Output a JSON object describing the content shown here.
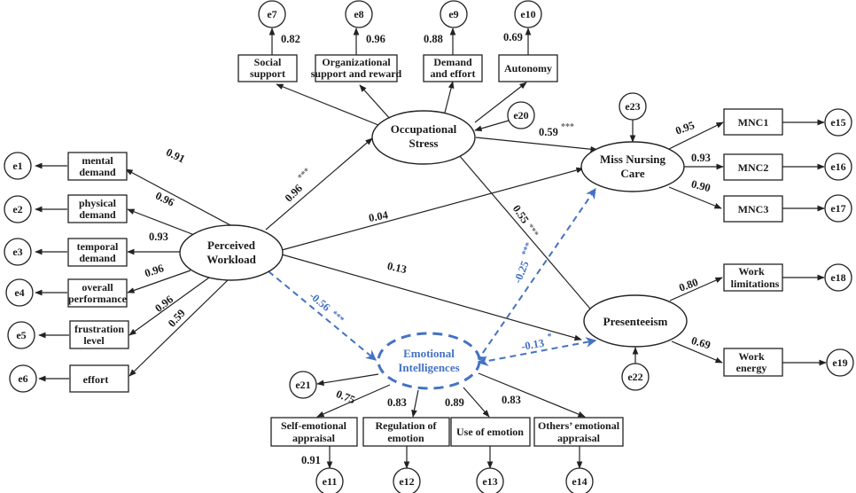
{
  "title": "Structural equation model: Perceived Workload, Occupational Stress, Emotional Intelligences, Miss Nursing Care, Presenteeism",
  "colors": {
    "line": "#222222",
    "mediator": "#4472c4"
  },
  "latent": {
    "pw": {
      "line1": "Perceived",
      "line2": "Workload"
    },
    "os": {
      "line1": "Occupational",
      "line2": "Stress"
    },
    "mnc": {
      "line1": "Miss Nursing",
      "line2": "Care"
    },
    "pre": {
      "line1": "Presenteeism"
    },
    "ei": {
      "line1": "Emotional",
      "line2": "Intelligences"
    }
  },
  "indicators": {
    "pw": [
      {
        "line1": "mental",
        "line2": "demand",
        "err": "e1",
        "loading": "0.91"
      },
      {
        "line1": "physical",
        "line2": "demand",
        "err": "e2",
        "loading": "0.96"
      },
      {
        "line1": "temporal",
        "line2": "demand",
        "err": "e3",
        "loading": "0.93"
      },
      {
        "line1": "overall",
        "line2": "performance",
        "err": "e4",
        "loading": "0.96"
      },
      {
        "line1": "frustration",
        "line2": "level",
        "err": "e5",
        "loading": "0.96"
      },
      {
        "line1": "effort",
        "line2": "",
        "err": "e6",
        "loading": "0.59"
      }
    ],
    "os": [
      {
        "line1": "Social",
        "line2": "support",
        "err": "e7",
        "loading": "0.82"
      },
      {
        "line1": "Organizational",
        "line2": "support and reward",
        "err": "e8",
        "loading": "0.96"
      },
      {
        "line1": "Demand",
        "line2": "and effort",
        "err": "e9",
        "loading": "0.88"
      },
      {
        "line1": "Autonomy",
        "line2": "",
        "err": "e10",
        "loading": "0.69"
      }
    ],
    "ei": [
      {
        "line1": "Self-emotional",
        "line2": "appraisal",
        "err": "e11",
        "loading": "0.75",
        "err_loading": "0.91"
      },
      {
        "line1": "Regulation of",
        "line2": "emotion",
        "err": "e12",
        "loading": "0.83"
      },
      {
        "line1": "Use of emotion",
        "line2": "",
        "err": "e13",
        "loading": "0.89"
      },
      {
        "line1": "Others’ emotional",
        "line2": "appraisal",
        "err": "e14",
        "loading": "0.83"
      }
    ],
    "mnc": [
      {
        "line1": "MNC1",
        "err": "e15",
        "loading": "0.95"
      },
      {
        "line1": "MNC2",
        "err": "e16",
        "loading": "0.93"
      },
      {
        "line1": "MNC3",
        "err": "e17",
        "loading": "0.90"
      }
    ],
    "pre": [
      {
        "line1": "Work",
        "line2": "limitations",
        "err": "e18",
        "loading": "0.80"
      },
      {
        "line1": "Work",
        "line2": "energy",
        "err": "e19",
        "loading": "0.69"
      }
    ]
  },
  "disturbances": {
    "os": "e20",
    "ei": "e21",
    "pre": "e22",
    "mnc": "e23"
  },
  "paths": {
    "pw_os": {
      "value": "0.96",
      "sig": "***"
    },
    "pw_mnc": {
      "value": "0.04",
      "sig": ""
    },
    "pw_pre": {
      "value": "0.13",
      "sig": ""
    },
    "os_mnc": {
      "value": "0.59",
      "sig": "***"
    },
    "os_pre": {
      "value": "0.55",
      "sig": "***"
    },
    "pw_ei": {
      "value": "-0.56",
      "sig": "***"
    },
    "ei_mnc": {
      "value": "-0.25",
      "sig": "***"
    },
    "ei_pre": {
      "value": "-0.13",
      "sig": "*"
    }
  }
}
